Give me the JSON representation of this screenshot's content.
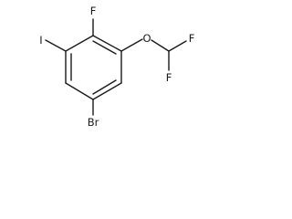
{
  "molecule": {
    "atoms": {
      "iodine": "I",
      "fluorine_ring": "F",
      "oxygen": "O",
      "fluorine_upper": "F",
      "fluorine_lower": "F",
      "bromine": "Br"
    }
  }
}
